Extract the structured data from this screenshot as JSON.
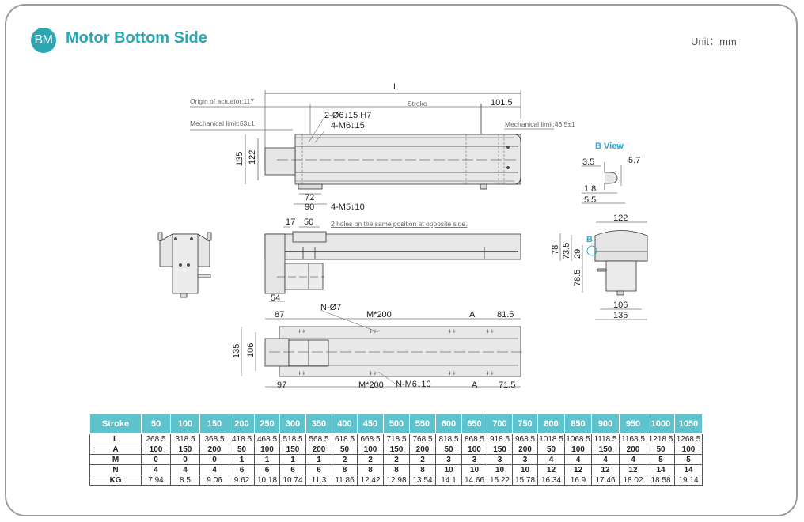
{
  "header": {
    "badge": "BM",
    "title": "Motor Bottom Side",
    "unit": "Unit：mm"
  },
  "colors": {
    "accent": "#2aa7b3",
    "table_header": "#5ec3cc",
    "b_view": "#2aa7d0"
  },
  "top_view": {
    "L": "L",
    "origin": "Origin of actuator:117",
    "stroke": "Stroke",
    "end_offset": "101.5",
    "mech_limit_left": "Mechanical limit:63±1",
    "mech_limit_right": "Mechanical limit:46.5±1",
    "hole_pin": "2-Ø6↓15 H7",
    "hole_tap": "4-M6↓15",
    "height_135": "135",
    "height_122": "122",
    "dim_72": "72",
    "dim_90": "90",
    "hole_m5": "4-M5↓10"
  },
  "b_view": {
    "title": "B View",
    "d35": "3.5",
    "d57": "5.7",
    "d18": "1.8",
    "d55": "5.5"
  },
  "side_view": {
    "d17": "17",
    "d50": "50",
    "note": "2 holes on the same position at opposite side.",
    "d54": "54"
  },
  "end_view": {
    "w122": "122",
    "h78": "78",
    "h735": "73.5",
    "h29": "29",
    "h785": "78.5",
    "b_label": "B",
    "w106": "106",
    "w135": "135"
  },
  "bottom_view": {
    "n_hole": "N-Ø7",
    "d87": "87",
    "m200_top": "M*200",
    "a_top": "A",
    "d815": "81.5",
    "h135": "135",
    "h106": "106",
    "d97": "97",
    "m200_bot": "M*200",
    "n_tap": "N-M6↓10",
    "a_bot": "A",
    "d715": "71.5"
  },
  "spec_table": {
    "header_label": "Stroke",
    "strokes": [
      "50",
      "100",
      "150",
      "200",
      "250",
      "300",
      "350",
      "400",
      "450",
      "500",
      "550",
      "600",
      "650",
      "700",
      "750",
      "800",
      "850",
      "900",
      "950",
      "1000",
      "1050"
    ],
    "rows": [
      {
        "label": "L",
        "values": [
          "268.5",
          "318.5",
          "368.5",
          "418.5",
          "468.5",
          "518.5",
          "568.5",
          "618.5",
          "668.5",
          "718.5",
          "768.5",
          "818.5",
          "868.5",
          "918.5",
          "968.5",
          "1018.5",
          "1068.5",
          "1118.5",
          "1168.5",
          "1218.5",
          "1268.5"
        ]
      },
      {
        "label": "A",
        "values": [
          "100",
          "150",
          "200",
          "50",
          "100",
          "150",
          "200",
          "50",
          "100",
          "150",
          "200",
          "50",
          "100",
          "150",
          "200",
          "50",
          "100",
          "150",
          "200",
          "50",
          "100"
        ]
      },
      {
        "label": "M",
        "values": [
          "0",
          "0",
          "0",
          "1",
          "1",
          "1",
          "1",
          "2",
          "2",
          "2",
          "2",
          "3",
          "3",
          "3",
          "3",
          "4",
          "4",
          "4",
          "4",
          "5",
          "5"
        ]
      },
      {
        "label": "N",
        "values": [
          "4",
          "4",
          "4",
          "6",
          "6",
          "6",
          "6",
          "8",
          "8",
          "8",
          "8",
          "10",
          "10",
          "10",
          "10",
          "12",
          "12",
          "12",
          "12",
          "14",
          "14"
        ]
      },
      {
        "label": "KG",
        "values": [
          "7.94",
          "8.5",
          "9.06",
          "9.62",
          "10.18",
          "10.74",
          "11.3",
          "11.86",
          "12.42",
          "12.98",
          "13.54",
          "14.1",
          "14.66",
          "15.22",
          "15.78",
          "16.34",
          "16.9",
          "17.46",
          "18.02",
          "18.58",
          "19.14"
        ]
      }
    ]
  }
}
